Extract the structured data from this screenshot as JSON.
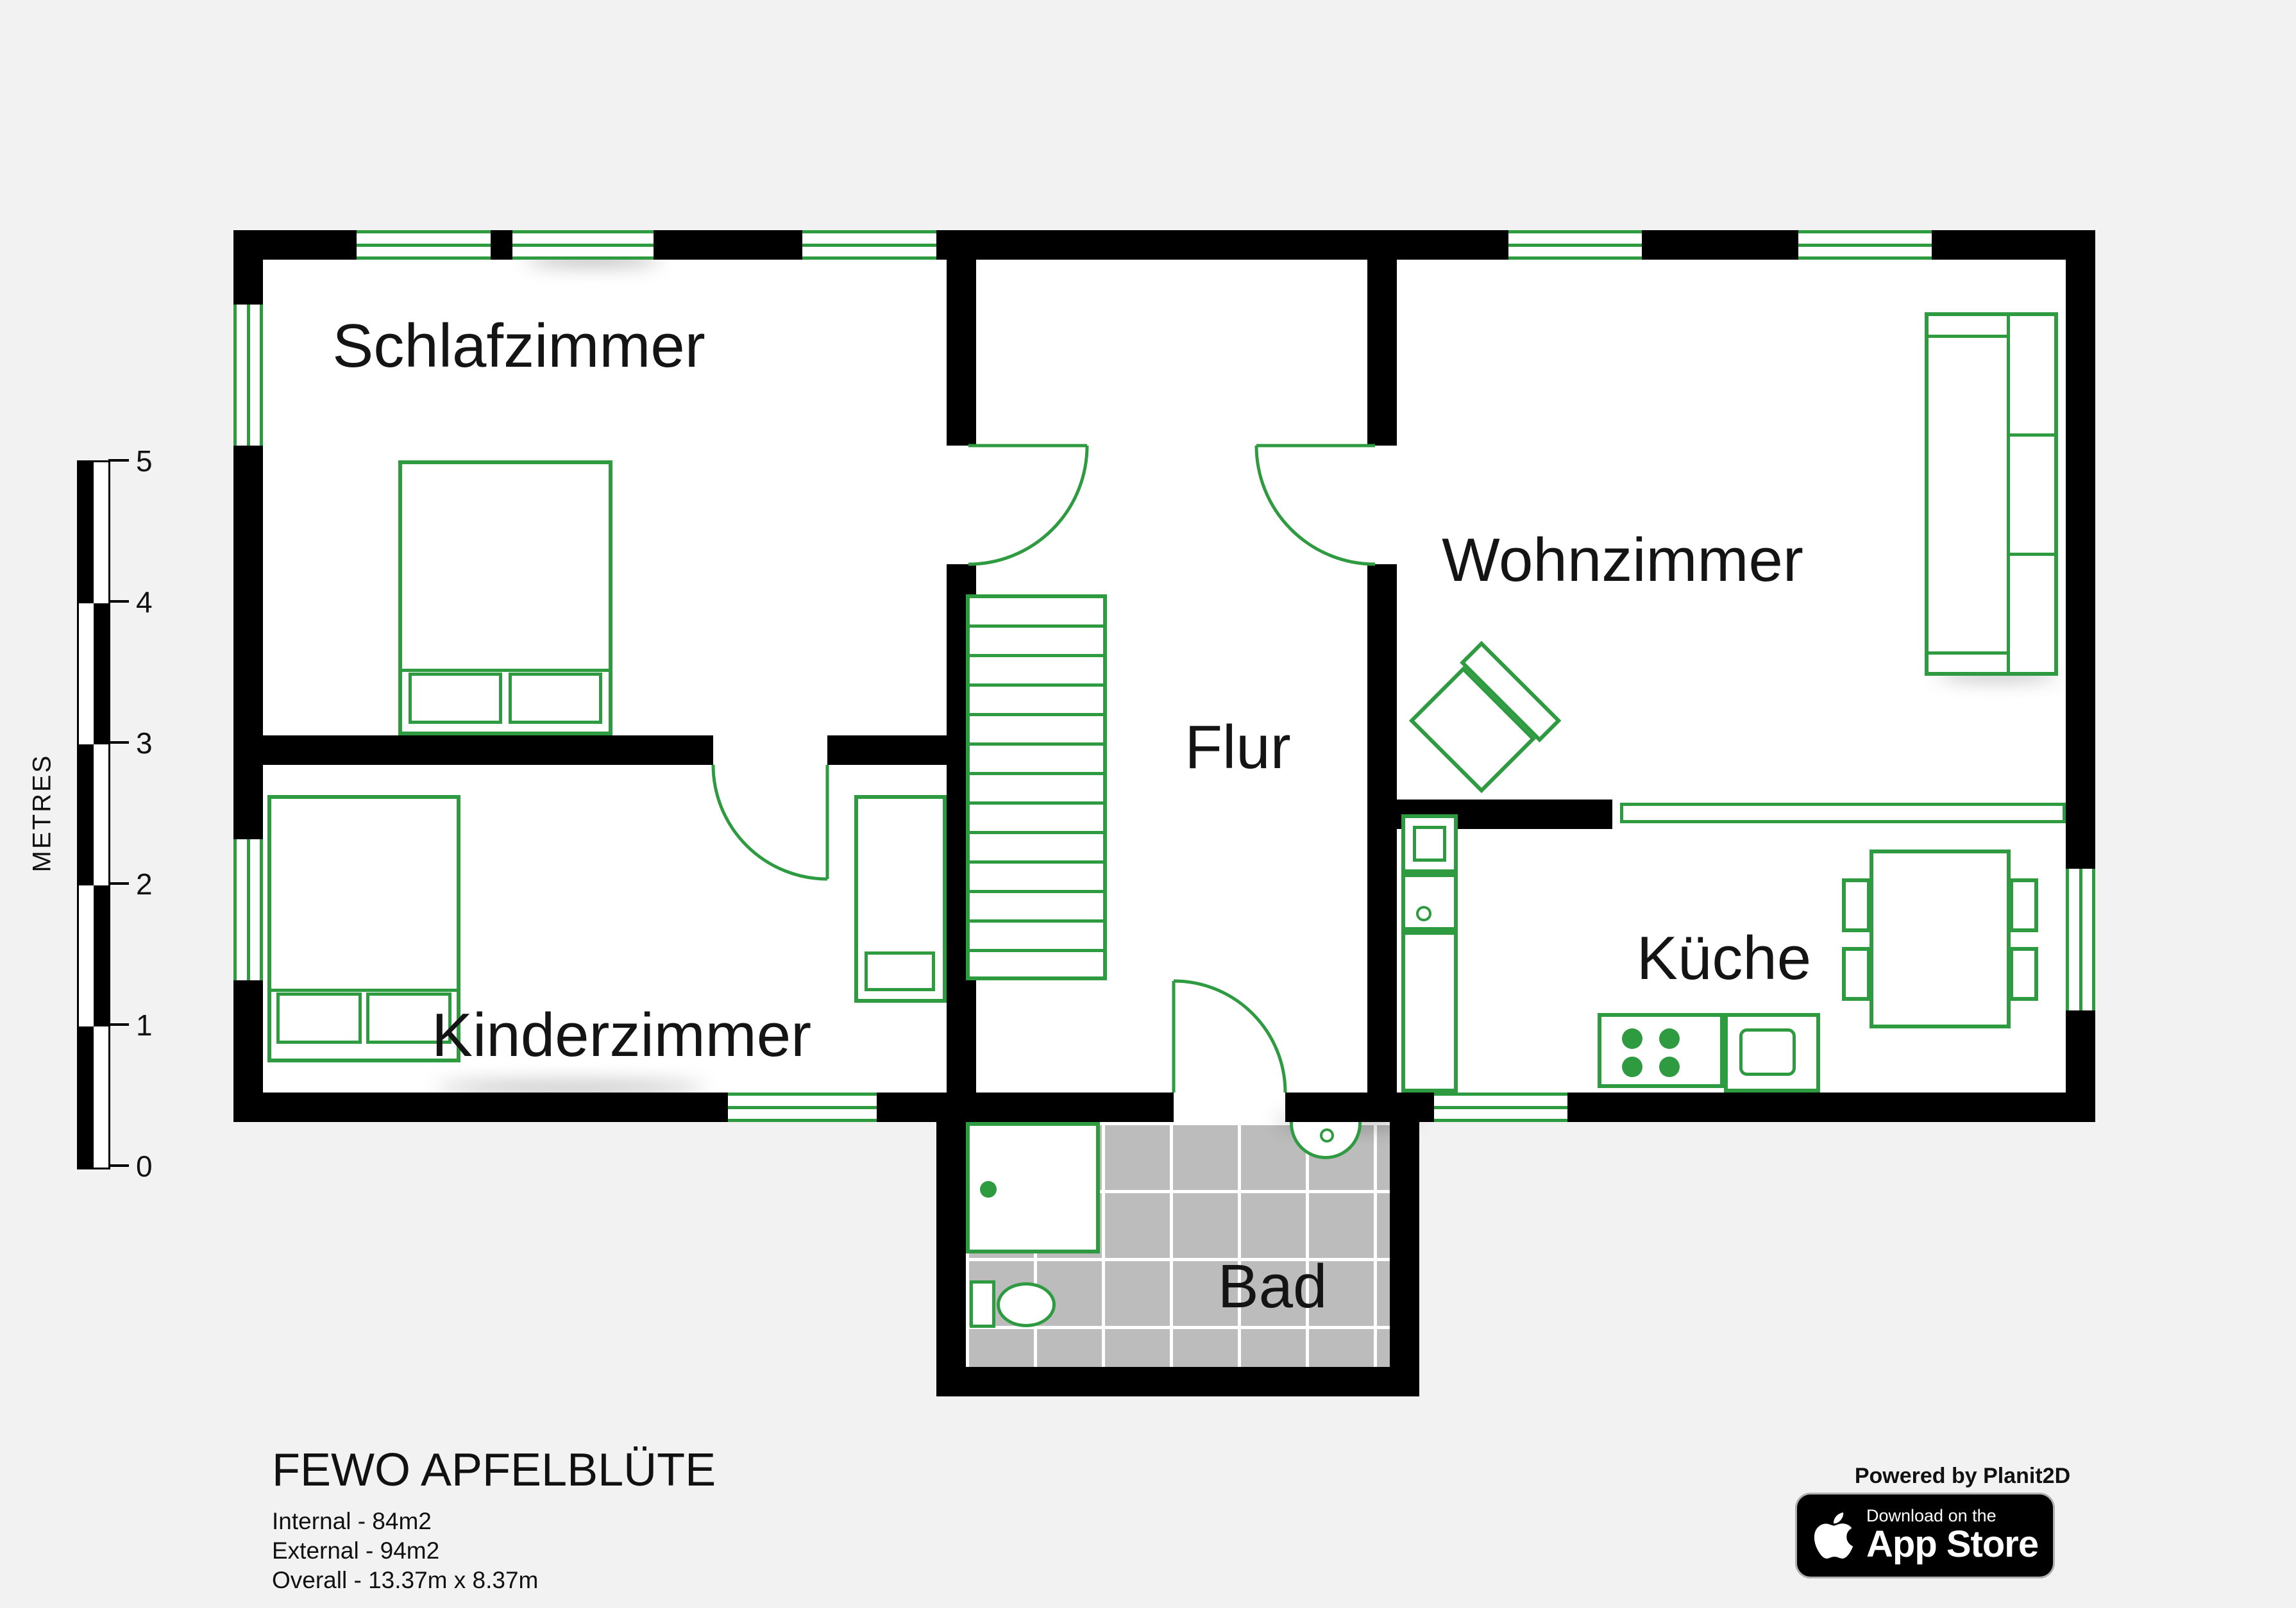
{
  "colors": {
    "accent_green": "#2e9b41",
    "wall": "#000000",
    "background": "#f2f2f2",
    "bath_tile": "#bcbcbc"
  },
  "rooms": [
    {
      "id": "schlafzimmer",
      "label": "Schlafzimmer"
    },
    {
      "id": "kinderzimmer",
      "label": "Kinderzimmer"
    },
    {
      "id": "flur",
      "label": "Flur"
    },
    {
      "id": "wohnzimmer",
      "label": "Wohnzimmer"
    },
    {
      "id": "kueche",
      "label": "Küche"
    },
    {
      "id": "bad",
      "label": "Bad"
    }
  ],
  "scale_bar": {
    "axis_label": "METRES",
    "ticks": [
      "5",
      "4",
      "3",
      "2",
      "1",
      "0"
    ]
  },
  "info_block": {
    "title": "FEWO APFELBLÜTE",
    "lines": [
      "Internal - 84m2",
      "External - 94m2",
      "Overall - 13.37m x 8.37m"
    ]
  },
  "branding": {
    "powered_by": "Powered by Planit2D",
    "app_store_badge": {
      "line1": "Download on the",
      "line2": "App Store"
    }
  }
}
